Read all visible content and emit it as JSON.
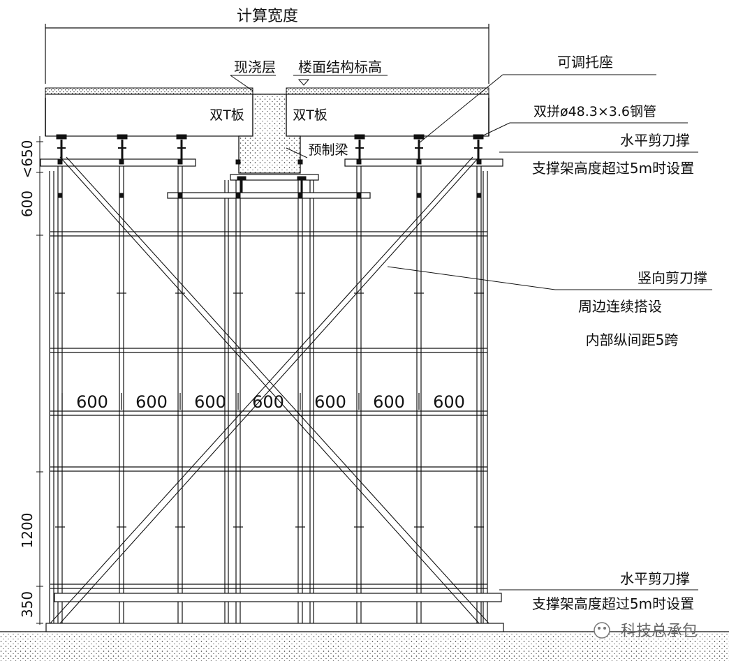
{
  "labels": {
    "calc_width": "计算宽度",
    "cast_layer": "现浇层",
    "floor_elevation": "楼面结构标高",
    "adjustable_support": "可调托座",
    "double_t_left": "双T板",
    "double_t_right": "双T板",
    "steel_pipe": "双拼ø48.3×3.6钢管",
    "precast_beam": "预制梁",
    "horiz_brace_top_1": "水平剪刀撑",
    "horiz_brace_top_2": "支撑架高度超过5m时设置",
    "vertical_brace_1": "竖向剪刀撑",
    "vertical_brace_2": "周边连续搭设",
    "vertical_brace_3": "内部纵间距5跨",
    "horiz_brace_bot_1": "水平剪刀撑",
    "horiz_brace_bot_2": "支撑架高度超过5m时设置"
  },
  "dimensions": {
    "top_gap": "<650",
    "top_step": "600",
    "step": "1200",
    "bottom_step": "350",
    "spacings": [
      "600",
      "600",
      "600",
      "600",
      "600",
      "600",
      "600"
    ]
  },
  "watermark": "科技总承包",
  "colors": {
    "line": "#111111",
    "hatch": "#555555"
  }
}
